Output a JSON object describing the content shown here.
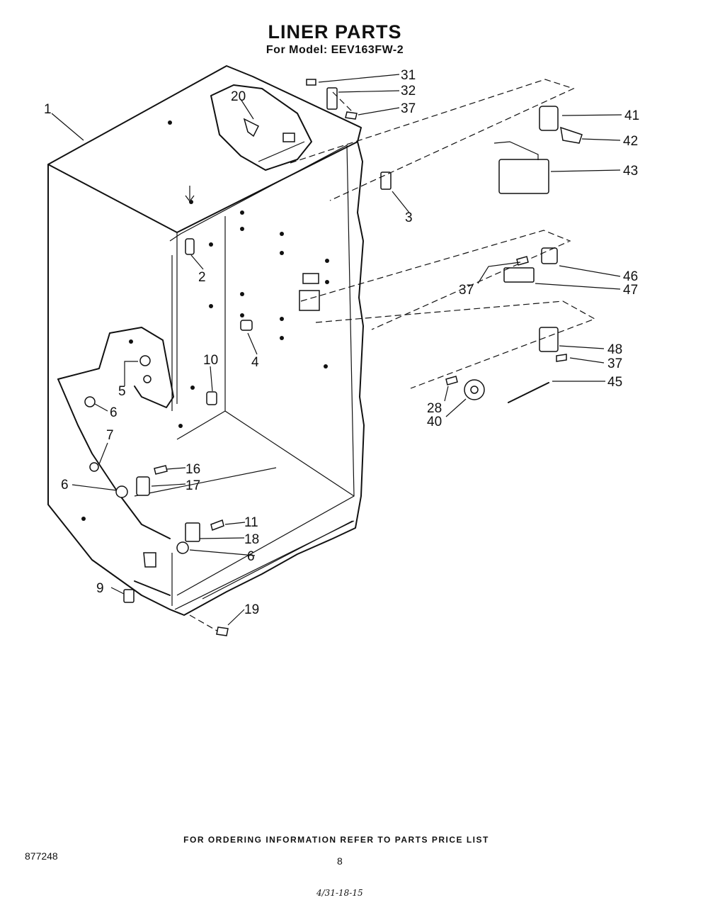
{
  "header": {
    "title": "LINER PARTS",
    "model_line": "For Model: EEV163FW-2"
  },
  "footer": {
    "ordering_note": "FOR ORDERING INFORMATION REFER TO PARTS PRICE LIST",
    "document_number": "877248",
    "page_number": "8",
    "handwritten_note": "4/31-18-15"
  },
  "diagram": {
    "callouts": [
      "1",
      "2",
      "3",
      "4",
      "5",
      "6",
      "6",
      "6",
      "7",
      "9",
      "10",
      "11",
      "16",
      "17",
      "18",
      "19",
      "20",
      "28",
      "31",
      "32",
      "37",
      "37",
      "37",
      "40",
      "41",
      "42",
      "43",
      "45",
      "46",
      "47",
      "48"
    ]
  }
}
